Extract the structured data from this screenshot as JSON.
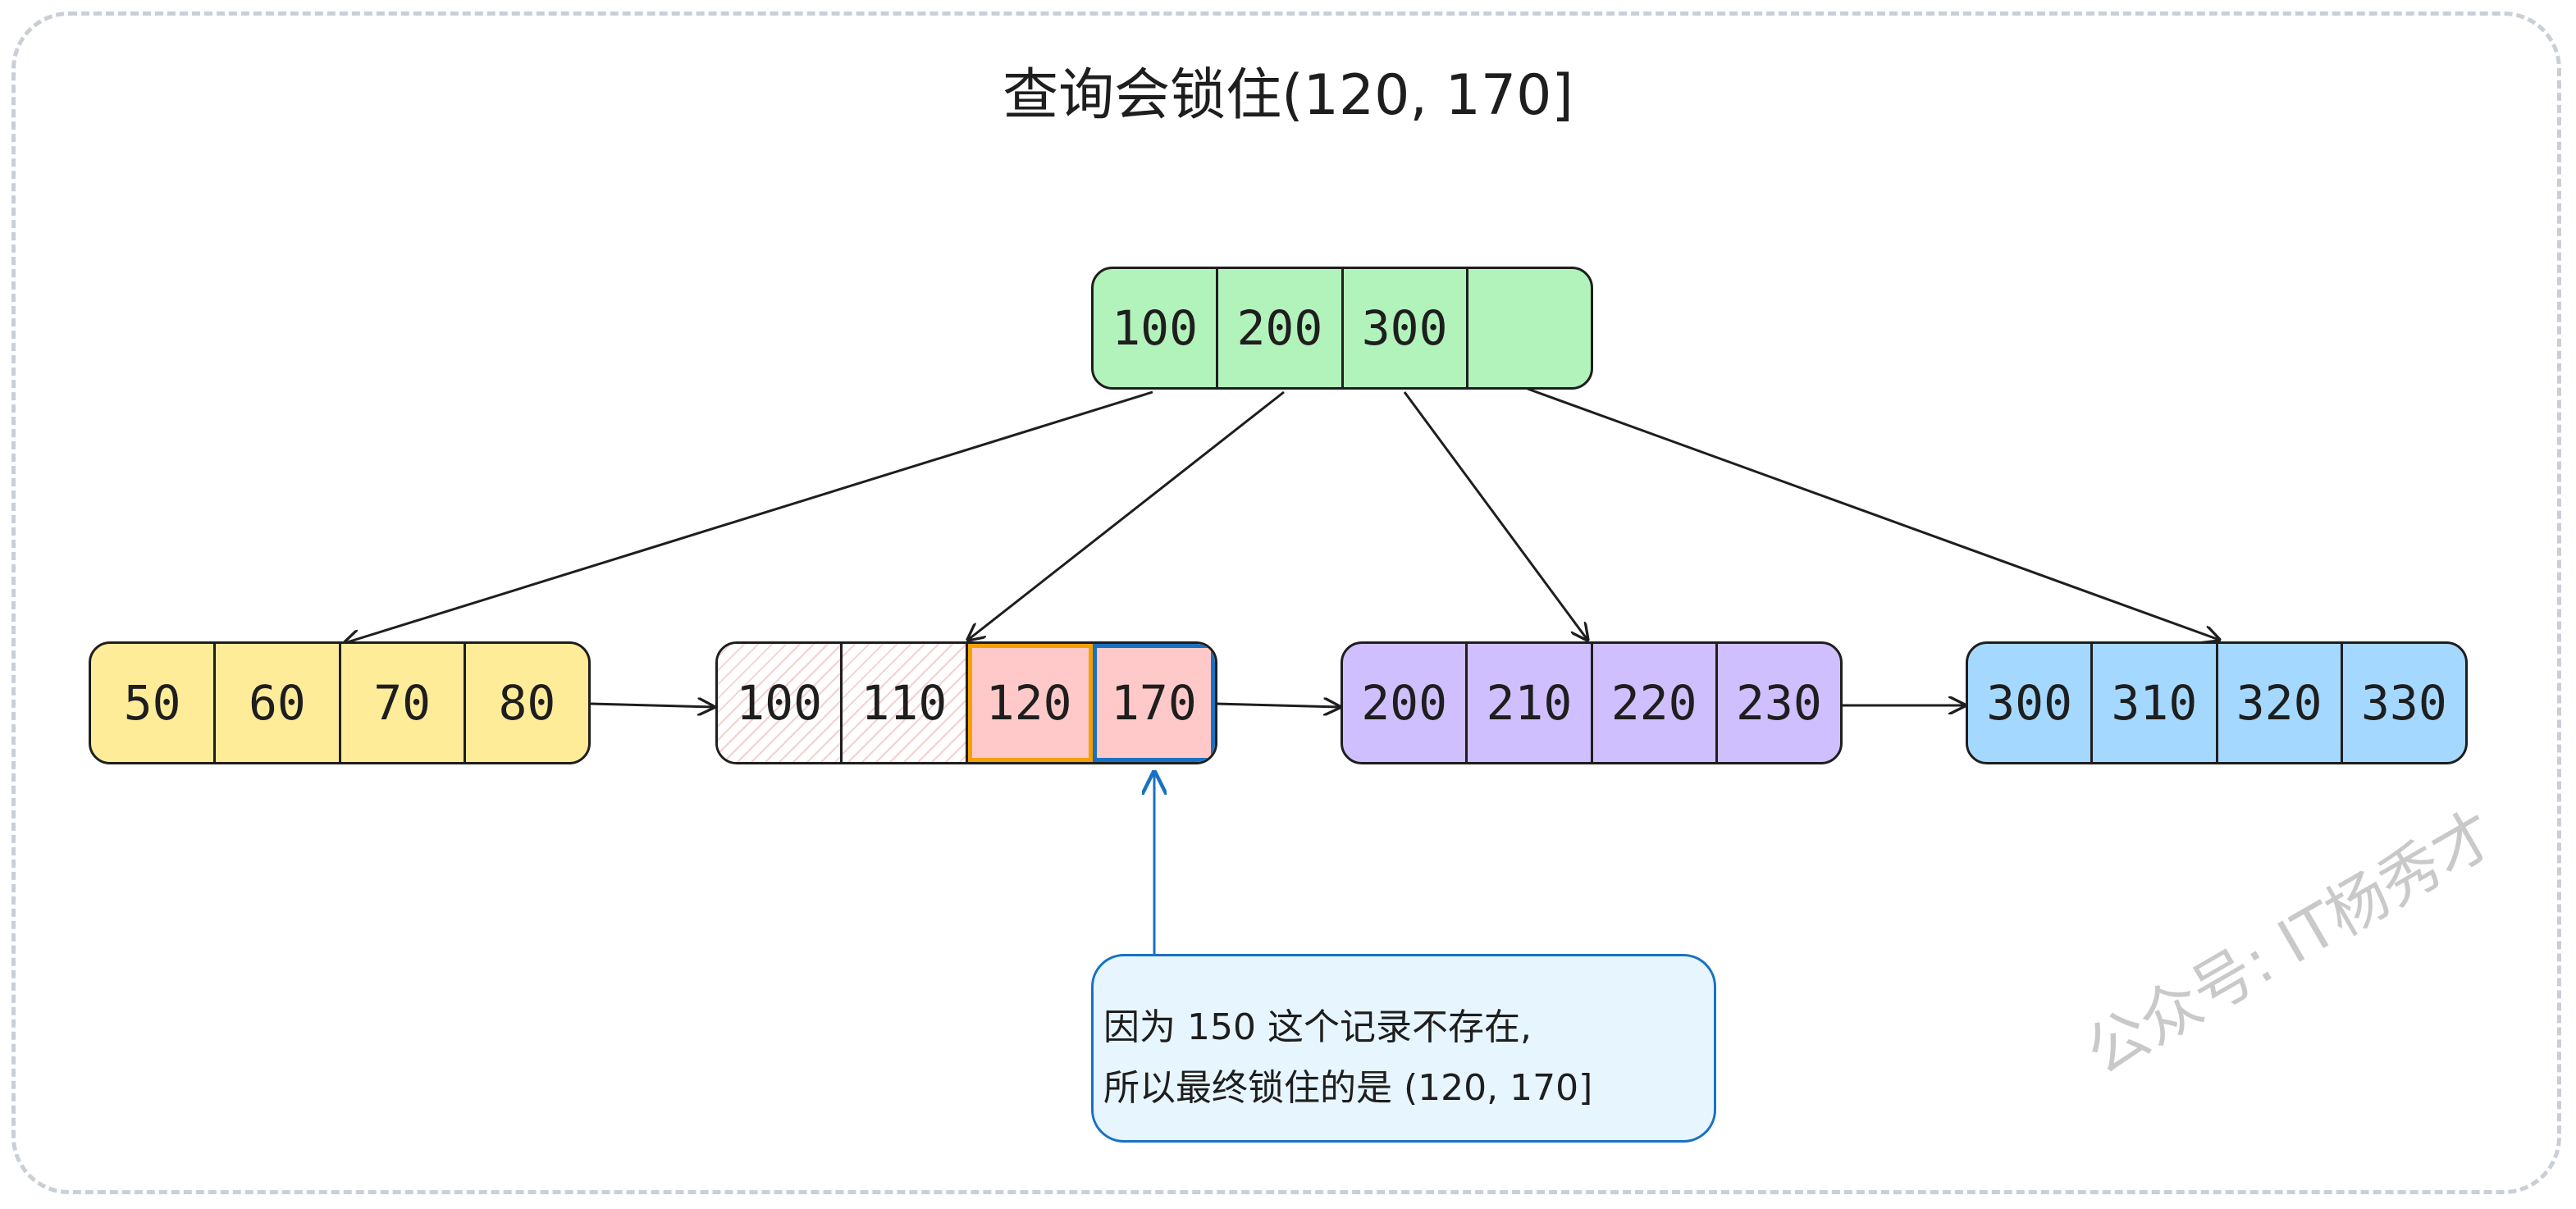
{
  "title": "查询会锁住(120, 170]",
  "root": {
    "keys": [
      "100",
      "200",
      "300",
      ""
    ]
  },
  "leaves": [
    {
      "keys": [
        "50",
        "60",
        "70",
        "80"
      ],
      "color": "#ffec99"
    },
    {
      "keys": [
        "100",
        "110",
        "120",
        "170"
      ],
      "color": "#ffffff"
    },
    {
      "keys": [
        "200",
        "210",
        "220",
        "230"
      ],
      "color": "#d0bfff"
    },
    {
      "keys": [
        "300",
        "310",
        "320",
        "330"
      ],
      "color": "#a5d8ff"
    }
  ],
  "root_color": "#b2f2bb",
  "locked_colors": {
    "range_fill": "#ffc9c9",
    "start_border": "#f59f00",
    "end_border": "#1971c2"
  },
  "callout": {
    "line1": "因为 150 这个记录不存在,",
    "line2": "所以最终锁住的是 (120, 170]"
  },
  "watermark": "公众号: IT杨秀才"
}
